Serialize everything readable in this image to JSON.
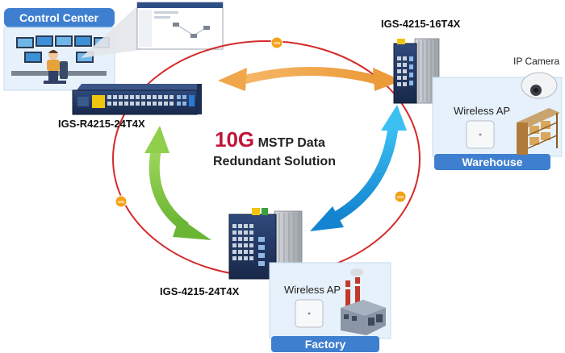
{
  "control_center": {
    "label": "Control Center"
  },
  "nodes": {
    "core_switch": {
      "label": "IGS-R4215-24T4X"
    },
    "top_right_switch": {
      "label": "IGS-4215-16T4X"
    },
    "bottom_switch": {
      "label": "IGS-4215-24T4X"
    }
  },
  "title": {
    "big": "10G",
    "line1_rest": " MSTP Data",
    "line2": "Redundant Solution"
  },
  "ring_badge": "10G",
  "sites": {
    "warehouse": {
      "label": "Warehouse",
      "ap_label": "Wireless AP",
      "camera_label": "IP Camera"
    },
    "factory": {
      "label": "Factory",
      "ap_label": "Wireless AP"
    }
  },
  "colors": {
    "ring": "#d42a2a",
    "badge": "#f2a218",
    "arrow_orange": "#f0a64a",
    "arrow_green": "#7dc242",
    "arrow_blue": "#1ea4e6",
    "title_accent": "#c0163a",
    "site_banner": "#3f7fcf",
    "site_bg": "#e6f1fb"
  }
}
